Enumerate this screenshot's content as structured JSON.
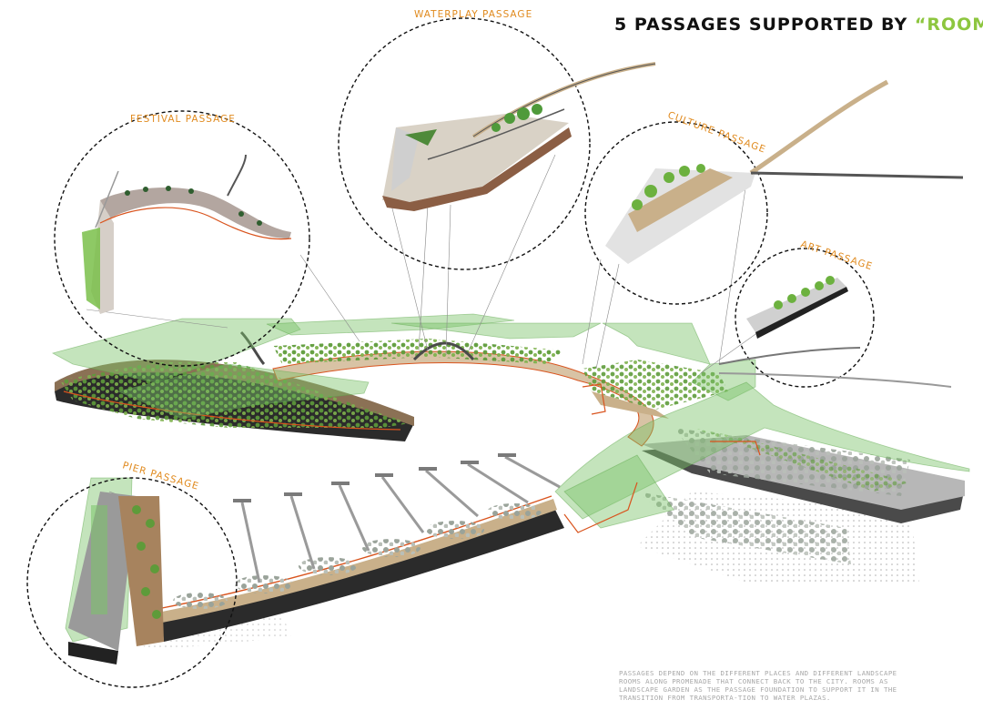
{
  "title": {
    "prefix": "5 PASSAGES SUPPORTED BY ",
    "highlight": "“ROOMS”"
  },
  "passages": [
    {
      "name": "WATERPLAY PASSAGE"
    },
    {
      "name": "FESTIVAL PASSAGE"
    },
    {
      "name": "CULTURE PASSAGE"
    },
    {
      "name": "ART PASSAGE"
    },
    {
      "name": "PIER PASSAGE"
    }
  ],
  "caption": "PASSAGES DEPEND ON THE DIFFERENT PLACES AND DIFFERENT LANDSCAPE ROOMS ALONG PROMENADE THAT CONNECT BACK TO THE CITY. ROOMS AS LANDSCAPE GARDEN AS THE PASSAGE FOUNDATION TO SUPPORT IT IN THE TRANSITION FROM TRANSPORTA-TION TO WATER PLAZAS.",
  "colors": {
    "accent_green": "#8dc63f",
    "label_orange": "#e08a1e",
    "edge_red": "#d9541e",
    "terrain_dark": "#2b2b2b",
    "promenade_tan": "#d8c3a5",
    "overlay_green": "#7cc46a"
  }
}
